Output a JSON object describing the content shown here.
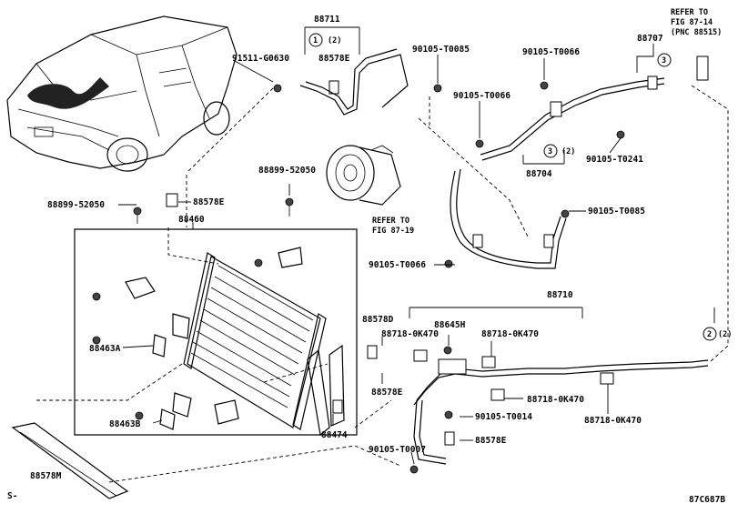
{
  "diagram_id": "87C687B",
  "sheet_mark": "S-",
  "reference_notes": [
    {
      "lines": [
        "REFER TO",
        "FIG 87-19"
      ]
    },
    {
      "lines": [
        "REFER TO",
        "FIG 87-14",
        "(PNC 88515)"
      ]
    }
  ],
  "callouts": [
    {
      "num": "1",
      "qty": "(2)"
    },
    {
      "num": "3",
      "qty": ""
    },
    {
      "num": "3",
      "qty": "(2)"
    },
    {
      "num": "2",
      "qty": "(2)"
    }
  ],
  "parts": {
    "p88711": "88711",
    "p91511": "91511-G0630",
    "p88578E_a": "88578E",
    "p90105_T0085_a": "90105-T0085",
    "p90105_T0066_a": "90105-T0066",
    "p88707": "88707",
    "p90105_T0066_b": "90105-T0066",
    "p88704": "88704",
    "p90105_T0241": "90105-T0241",
    "p90105_T0085_b": "90105-T0085",
    "p90105_T0066_c": "90105-T0066",
    "p88899_a": "88899-52050",
    "p88899_b": "88899-52050",
    "p88578E_b": "88578E",
    "p88460": "88460",
    "p88463A": "88463A",
    "p88463B": "88463B",
    "p88474": "88474",
    "p88578M": "88578M",
    "p88710": "88710",
    "p88578D": "88578D",
    "p88645H": "88645H",
    "p88718_a": "88718-0K470",
    "p88718_b": "88718-0K470",
    "p88578E_c": "88578E",
    "p90105_T0014": "90105-T0014",
    "p88718_c": "88718-0K470",
    "p88718_d": "88718-0K470",
    "p88578E_d": "88578E",
    "p90105_T0007": "90105-T0007"
  }
}
